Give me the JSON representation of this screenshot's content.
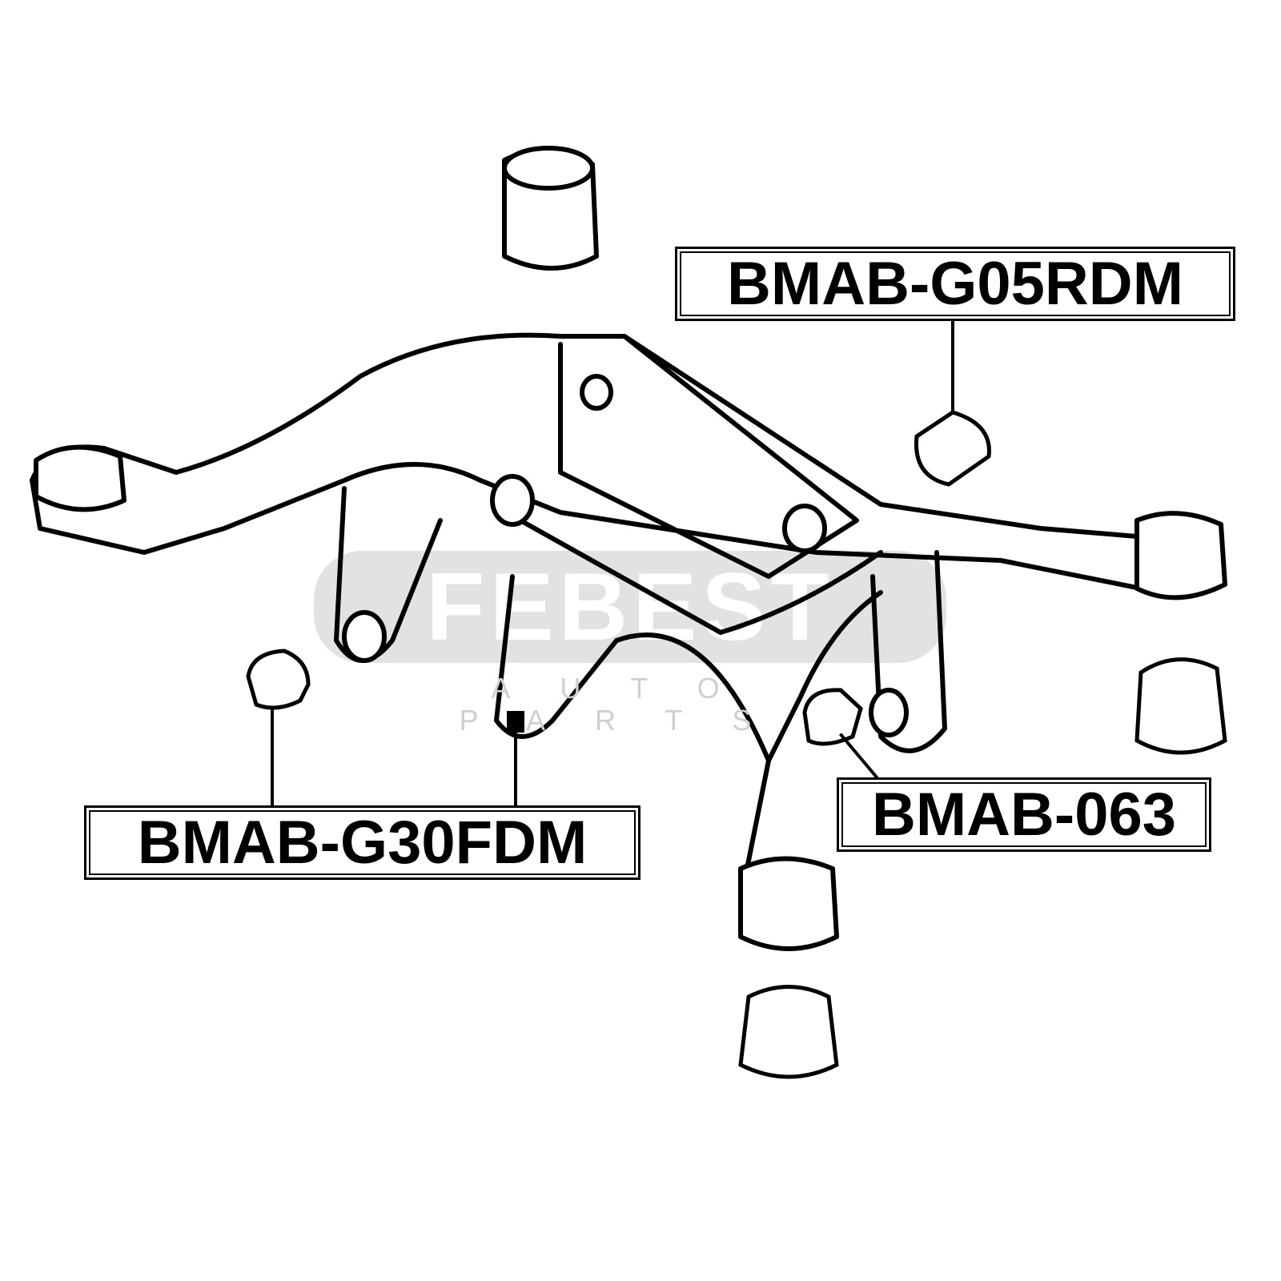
{
  "watermark": {
    "brand": "FEBEST",
    "tagline": "AUTO PARTS"
  },
  "labels": {
    "top_right": "BMAB-G05RDM",
    "bottom_left": "BMAB-G30FDM",
    "bottom_right": "BMAB-063"
  }
}
